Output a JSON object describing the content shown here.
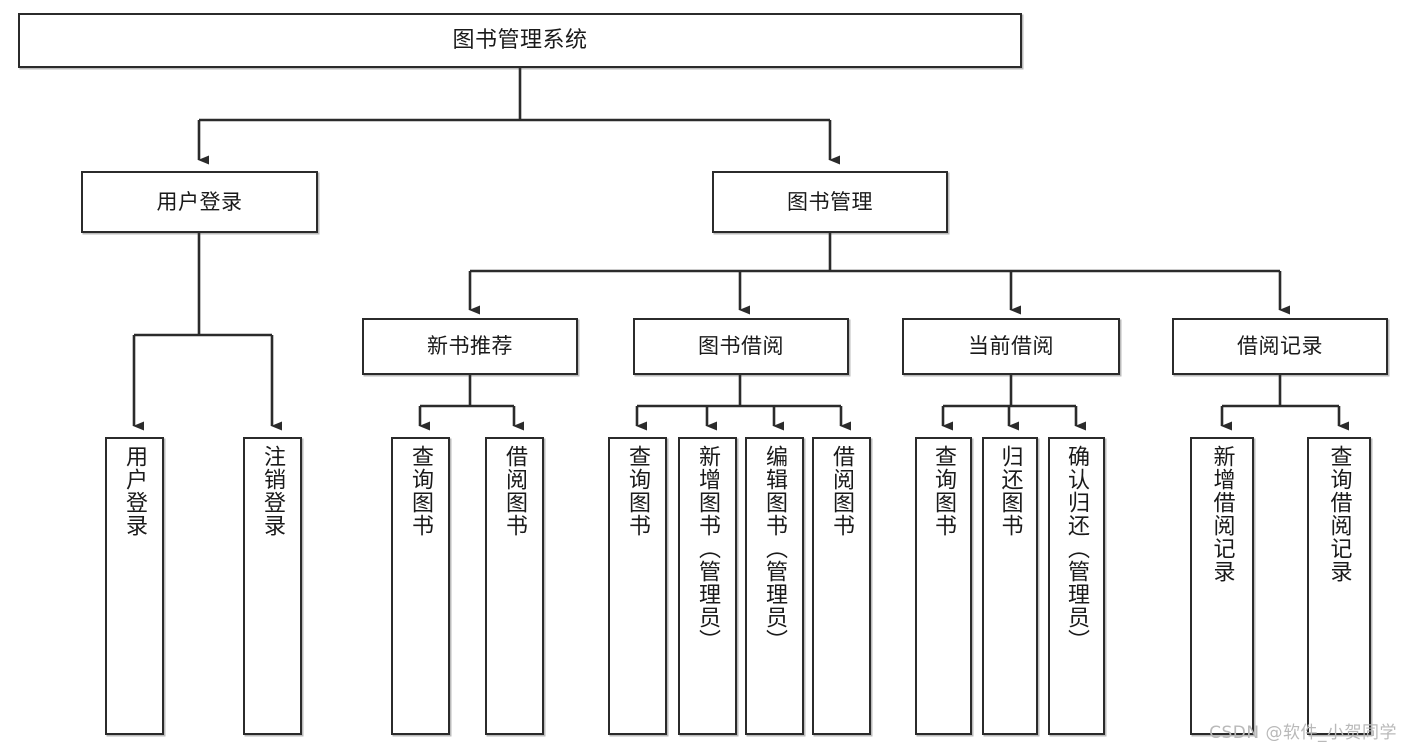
{
  "diagram": {
    "title": "图书管理系统",
    "type": "tree-hierarchy-chart",
    "colors": {
      "box_border": "#2b2b2b",
      "box_fill": "#ffffff",
      "connector": "#2b2b2b",
      "text": "#1a1a1a",
      "watermark": "#b9b9b9"
    },
    "levels": {
      "root": {
        "label": "图书管理系统"
      },
      "level2": [
        {
          "label": "用户登录"
        },
        {
          "label": "图书管理"
        }
      ],
      "level3": [
        {
          "label": "新书推荐"
        },
        {
          "label": "图书借阅"
        },
        {
          "label": "当前借阅"
        },
        {
          "label": "借阅记录"
        }
      ],
      "leaves": [
        {
          "label": "用户登录",
          "parent": "用户登录"
        },
        {
          "label": "注销登录",
          "parent": "用户登录"
        },
        {
          "label": "查询图书",
          "parent": "新书推荐"
        },
        {
          "label": "借阅图书",
          "parent": "新书推荐"
        },
        {
          "label": "查询图书",
          "parent": "图书借阅"
        },
        {
          "label": "新增图书（管理员）",
          "parent": "图书借阅"
        },
        {
          "label": "编辑图书（管理员）",
          "parent": "图书借阅"
        },
        {
          "label": "借阅图书",
          "parent": "图书借阅"
        },
        {
          "label": "查询图书",
          "parent": "当前借阅"
        },
        {
          "label": "归还图书",
          "parent": "当前借阅"
        },
        {
          "label": "确认归还（管理员）",
          "parent": "当前借阅"
        },
        {
          "label": "新增借阅记录",
          "parent": "借阅记录"
        },
        {
          "label": "查询借阅记录",
          "parent": "借阅记录"
        }
      ]
    },
    "watermark": "CSDN @软件_小贺同学"
  }
}
